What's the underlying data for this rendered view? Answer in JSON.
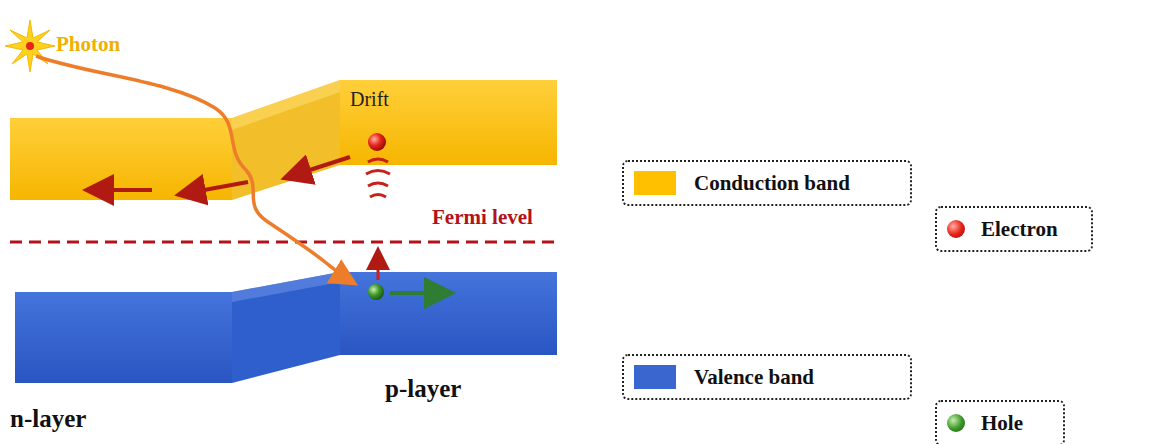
{
  "diagram": {
    "labels": [
      "Photon",
      "Drift",
      "Fermi level",
      "p-layer",
      "n-layer"
    ],
    "legend": [
      {
        "text": "Conduction band",
        "color": "#FFC000"
      },
      {
        "text": "Electron"
      },
      {
        "text": "Valence band",
        "color": "#3A66D0"
      },
      {
        "text": "Hole"
      }
    ]
  }
}
